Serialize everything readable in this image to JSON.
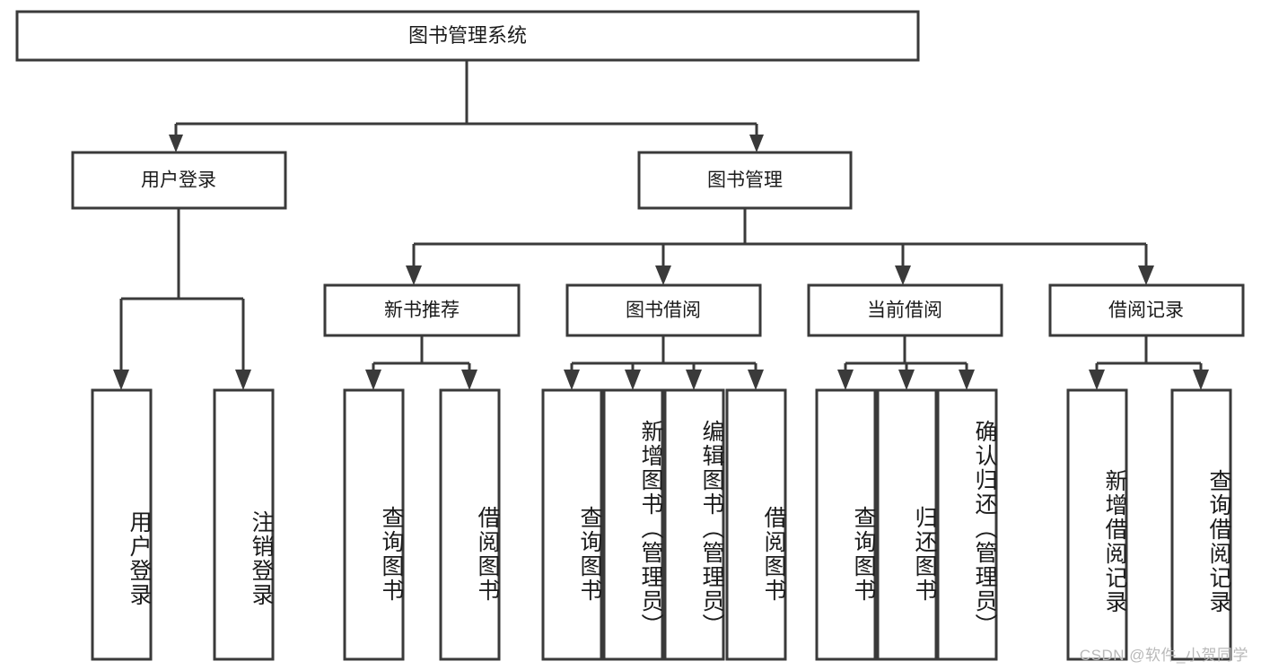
{
  "diagram": {
    "title": "图书管理系统",
    "type": "hierarchy-tree",
    "watermark": "CSDN @软件_小贺同学",
    "root": {
      "id": "root",
      "label": "图书管理系统"
    },
    "level2": [
      {
        "id": "user-login",
        "label": "用户登录"
      },
      {
        "id": "book-management",
        "label": "图书管理"
      }
    ],
    "level3": [
      {
        "id": "new-book-recommend",
        "label": "新书推荐",
        "parent": "book-management"
      },
      {
        "id": "book-borrow",
        "label": "图书借阅",
        "parent": "book-management"
      },
      {
        "id": "current-borrow",
        "label": "当前借阅",
        "parent": "book-management"
      },
      {
        "id": "borrow-record",
        "label": "借阅记录",
        "parent": "book-management"
      }
    ],
    "leaves": [
      {
        "id": "leaf-user-login",
        "label": "用户登录",
        "parent": "user-login"
      },
      {
        "id": "leaf-logout-login",
        "label": "注销登录",
        "parent": "user-login"
      },
      {
        "id": "leaf-query-book-1",
        "label": "查询图书",
        "parent": "new-book-recommend"
      },
      {
        "id": "leaf-borrow-book-1",
        "label": "借阅图书",
        "parent": "new-book-recommend"
      },
      {
        "id": "leaf-query-book-2",
        "label": "查询图书",
        "parent": "book-borrow"
      },
      {
        "id": "leaf-add-book",
        "label": "新增图书（管理员）",
        "parent": "book-borrow"
      },
      {
        "id": "leaf-edit-book",
        "label": "编辑图书（管理员）",
        "parent": "book-borrow"
      },
      {
        "id": "leaf-borrow-book-2",
        "label": "借阅图书",
        "parent": "book-borrow"
      },
      {
        "id": "leaf-query-book-3",
        "label": "查询图书",
        "parent": "current-borrow"
      },
      {
        "id": "leaf-return-book",
        "label": "归还图书",
        "parent": "current-borrow"
      },
      {
        "id": "leaf-confirm-return",
        "label": "确认归还（管理员）",
        "parent": "current-borrow"
      },
      {
        "id": "leaf-add-record",
        "label": "新增借阅记录",
        "parent": "borrow-record"
      },
      {
        "id": "leaf-query-record",
        "label": "查询借阅记录",
        "parent": "borrow-record"
      }
    ],
    "colors": {
      "box_stroke": "#3a3a3a",
      "box_fill": "#ffffff",
      "text": "#1b1b1b",
      "background": "#ffffff",
      "watermark": "#b9b9b9"
    }
  }
}
